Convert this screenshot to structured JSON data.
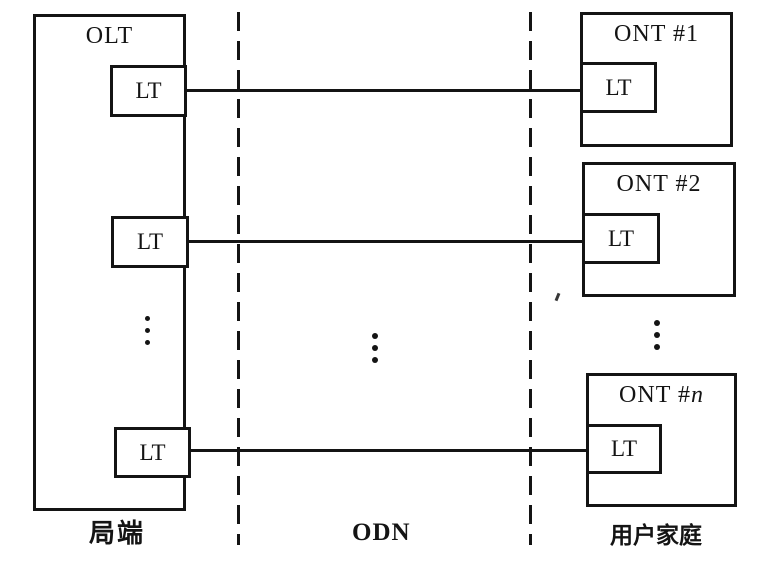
{
  "colors": {
    "ink": "#141414",
    "paper": "#ffffff"
  },
  "olt": {
    "label": "OLT",
    "ports": [
      {
        "label": "LT"
      },
      {
        "label": "LT"
      },
      {
        "label": "LT"
      }
    ]
  },
  "onts": [
    {
      "title_prefix": "ONT #",
      "title_suffix": "1",
      "port_label": "LT"
    },
    {
      "title_prefix": "ONT #",
      "title_suffix": "2",
      "port_label": "LT"
    },
    {
      "title_prefix": "ONT #",
      "title_suffix": "n",
      "port_label": "LT"
    }
  ],
  "regions": {
    "left_label": "局端",
    "middle_label": "ODN",
    "right_label": "用户家庭"
  }
}
